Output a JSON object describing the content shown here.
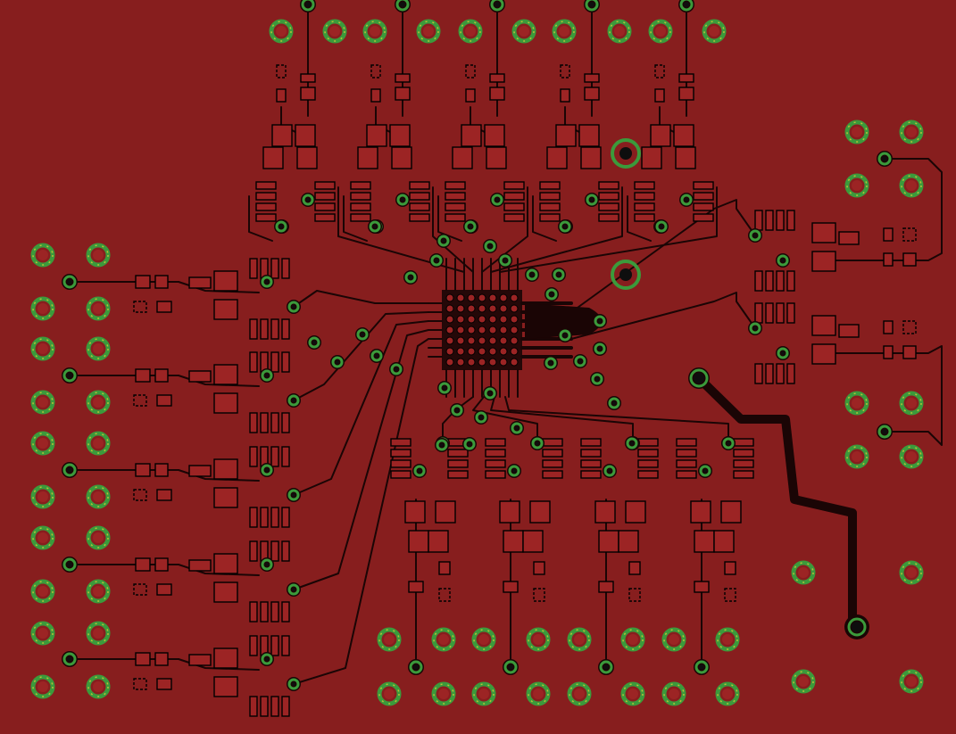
{
  "view": {
    "kind": "pcb-copper-layer",
    "colors": {
      "copper_fill": "#871e1e",
      "trace": "#1a0505",
      "trace_edge": "#000000",
      "pad": "#9c2424",
      "via_ring": "#3b9a3b",
      "via_ring_dash": "#b8c23a",
      "via_hole": "#0e0e0e"
    }
  },
  "components": {
    "top_channels": [
      "ch1",
      "ch2",
      "ch3",
      "ch4",
      "ch5"
    ],
    "left_channels": [
      "ch1",
      "ch2",
      "ch3",
      "ch4",
      "ch5"
    ],
    "bottom_channels": [
      "ch1",
      "ch2",
      "ch3",
      "ch4"
    ],
    "right_channels": [
      "ch1",
      "ch2"
    ],
    "mounting_holes": 2,
    "central_ic": "qfn-bga"
  }
}
